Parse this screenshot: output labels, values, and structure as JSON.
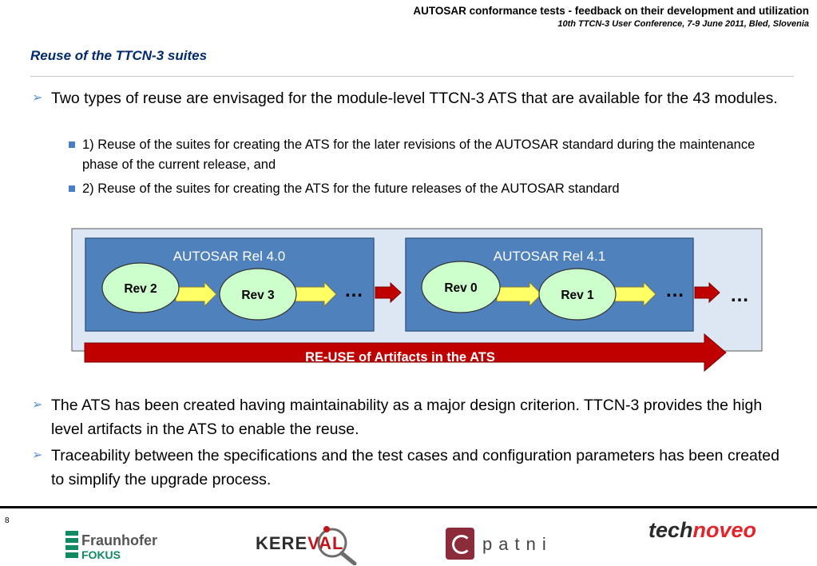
{
  "header": {
    "title": "AUTOSAR conformance tests - feedback on their development and utilization",
    "subtitle": "10th TTCN-3 User Conference, 7-9 June 2011, Bled, Slovenia"
  },
  "slide": {
    "title": "Reuse of the TTCN-3 suites",
    "bullets": [
      {
        "text": "Two types of reuse are envisaged for the module-level TTCN-3 ATS that are available for the 43 modules."
      },
      {
        "text": "The ATS has been created having maintainability as a major design criterion. TTCN-3 provides the high level artifacts in the ATS to enable the reuse."
      },
      {
        "text": "Traceability between the specifications and the test cases and configuration parameters has been created to simplify the upgrade process."
      }
    ],
    "subbullets": [
      {
        "text": "1) Reuse of the suites for creating the ATS for the later revisions of the AUTOSAR standard during the maintenance phase of the current release, and"
      },
      {
        "text": "2)  Reuse of the suites for creating the ATS for the future releases of the AUTOSAR standard"
      }
    ]
  },
  "diagram": {
    "releases": [
      {
        "title": "AUTOSAR Rel 4.0",
        "revs": [
          "Rev 2",
          "Rev 3"
        ]
      },
      {
        "title": "AUTOSAR Rel 4.1",
        "revs": [
          "Rev 0",
          "Rev 1"
        ]
      }
    ],
    "ellipsis": "…",
    "reuse_label": "RE-USE of Artifacts in the ATS",
    "colors": {
      "release_box": "#4f81bd",
      "panel": "#dde6f3",
      "node_fill": "#ccffcc",
      "yellow_arrow": "#ffff66",
      "red_arrow": "#c00000"
    }
  },
  "footer": {
    "page_number": "8",
    "logos": {
      "fraunhofer_name": "Fraunhofer",
      "fraunhofer_sub": "FOKUS",
      "kereval_a": "KERE",
      "kereval_b": "VAL",
      "patni": "patni",
      "technoveo_a": "tech",
      "technoveo_b": "noveo"
    }
  }
}
